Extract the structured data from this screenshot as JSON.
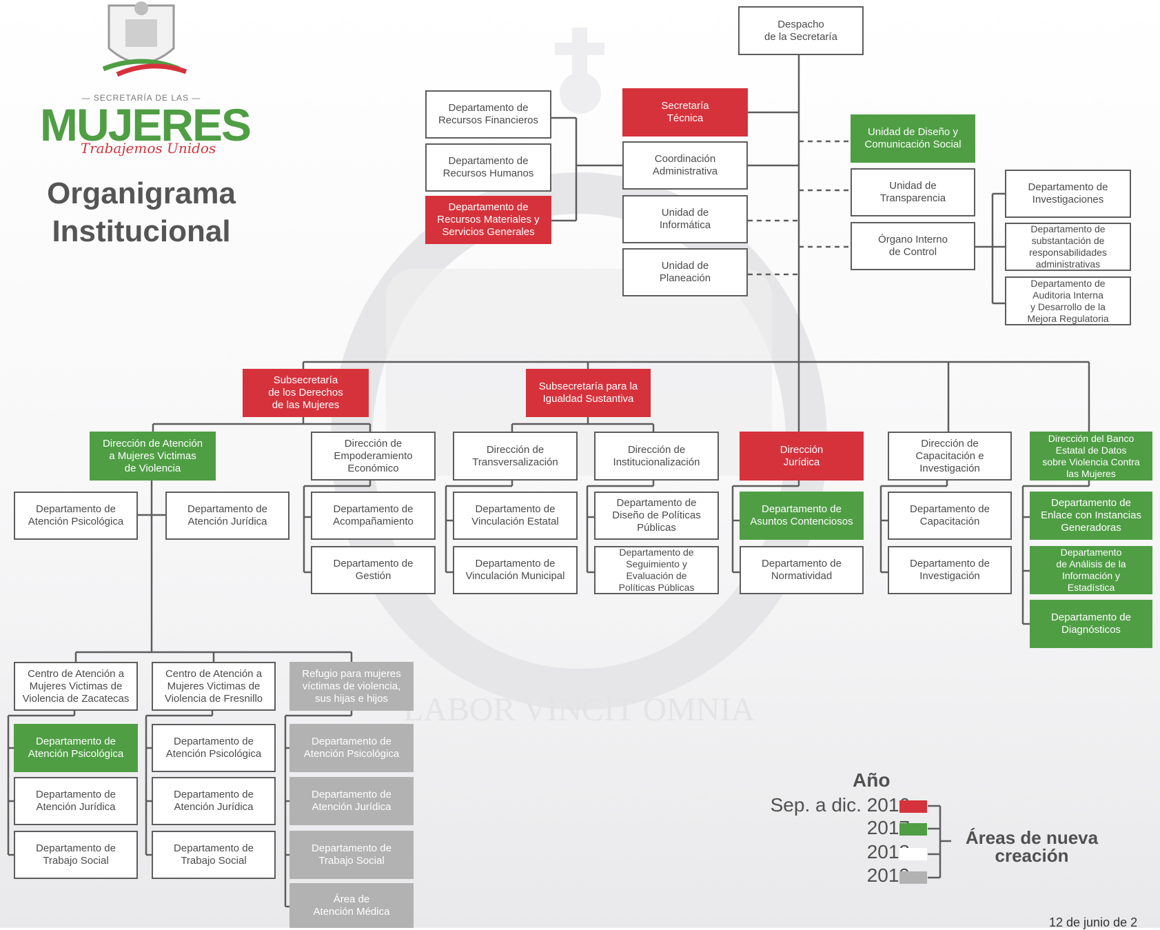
{
  "header": {
    "logo_small_caption": "— SECRETARÍA DE LAS —",
    "logo_brand": "MUJERES",
    "logo_tagline": "Trabajemos Unidos",
    "title_line1": "Organigrama",
    "title_line2": "Institucional"
  },
  "watermark_motto": "LABOR VINCIT OMNIA",
  "colors": {
    "red": "#d6323c",
    "green": "#4f9e44",
    "white": "#ffffff",
    "gray": "#b2b2b2",
    "line": "#5c5c5c"
  },
  "boxes": {
    "despacho": "Despacho\nde la Secretaría",
    "rec_fin": "Departamento de\nRecursos Financieros",
    "rec_hum": "Departamento de\nRecursos Humanos",
    "rec_mat": "Departamento de\nRecursos Materiales y\nServicios Generales",
    "sec_tec": "Secretaría\nTécnica",
    "coord_adm": "Coordinación\nAdministrativa",
    "u_inf": "Unidad de\nInformática",
    "u_plan": "Unidad de\nPlaneación",
    "u_disenio": "Unidad de Diseño y\nComunicación Social",
    "u_transp": "Unidad de\nTransparencia",
    "oic": "Órgano Interno\nde Control",
    "d_invest_oic": "Departamento de\nInvestigaciones",
    "d_subst": "Departamento de\nsubstantación de\nresponsabilidades\nadministrativas",
    "d_audit": "Departamento de\nAuditoria Interna\ny Desarrollo de la\nMejora Regulatoria",
    "subsec_der": "Subsecretaría\nde los Derechos\nde las Mujeres",
    "subsec_ig": "Subsecretaría para la\nIgualdad Sustantiva",
    "dir_atencion": "Dirección de Atención\na Mujeres Victimas\nde Violencia",
    "dir_empod": "Dirección de\nEmpoderamiento\nEconómico",
    "dir_transv": "Dirección de\nTransversalización",
    "dir_instit": "Dirección de\nInstitucionalización",
    "dir_jur": "Dirección\nJurídica",
    "dir_capac": "Dirección de\nCapacitación e\nInvestigación",
    "dir_banco": "Dirección del Banco\nEstatal de Datos\nsobre Violencia Contra\nlas Mujeres",
    "d_at_psic": "Departamento de\nAtención Psicológica",
    "d_at_jur": "Departamento de\nAtención Jurídica",
    "d_acomp": "Departamento de\nAcompañamiento",
    "d_gestion": "Departamento de\nGestión",
    "d_vinc_est": "Departamento de\nVinculación Estatal",
    "d_vinc_mun": "Departamento de\nVinculación Municipal",
    "d_dis_pol": "Departamento de\nDiseño de Políticas\nPúblicas",
    "d_seg_eval": "Departamento de\nSeguimiento y\nEvaluación de\nPolíticas Públicas",
    "d_asuntos": "Departamento de\nAsuntos Contenciosos",
    "d_normat": "Departamento de\nNormatividad",
    "d_capac": "Departamento de\nCapacitación",
    "d_investig": "Departamento de\nInvestigación",
    "d_enlace": "Departamento de\nEnlace con Instancias\nGeneradoras",
    "d_analisis": "Departamento\nde Análisis de la\nInformación y\nEstadística",
    "d_diag": "Departamento de\nDiagnósticos",
    "c_zac": "Centro de Atención a\nMujeres Victimas de\nViolencia de Zacatecas",
    "c_fres": "Centro de Atención a\nMujeres Victimas de\nViolencia de Fresnillo",
    "refugio": "Refugio para mujeres\nvíctimas de violencia,\nsus hijas e hijos",
    "zac_psic": "Departamento de\nAtención Psicológica",
    "zac_jur": "Departamento de\nAtención Jurídica",
    "zac_ts": "Departamento de\nTrabajo Social",
    "fres_psic": "Departamento de\nAtención Psicológica",
    "fres_jur": "Departamento de\nAtención Jurídica",
    "fres_ts": "Departamento de\nTrabajo Social",
    "ref_psic": "Departamento de\nAtención Psicológica",
    "ref_jur": "Departamento de\nAtención Jurídica",
    "ref_ts": "Departamento de\nTrabajo Social",
    "ref_med": "Área de\nAtención Médica"
  },
  "legend": {
    "title": "Año",
    "entries": [
      {
        "label": "Sep. a dic. 2016",
        "color": "#d6323c"
      },
      {
        "label": "2017",
        "color": "#4f9e44"
      },
      {
        "label": "2018",
        "color": "#ffffff"
      },
      {
        "label": "2019",
        "color": "#b2b2b2"
      }
    ],
    "bracket_label": "Áreas de nueva\ncreación"
  },
  "footer_date": "12 de junio de 2"
}
